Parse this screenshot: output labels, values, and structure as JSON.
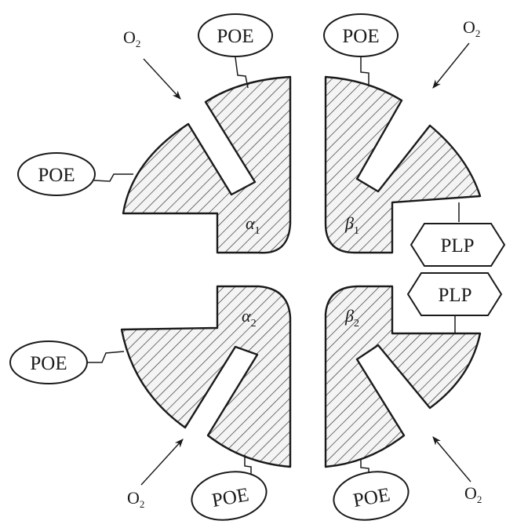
{
  "labels": {
    "poe": "POE",
    "plp": "PLP",
    "oxygen": "O",
    "oxygen_sub": "2",
    "alpha": "α",
    "beta": "β",
    "sub1": "1",
    "sub2": "2"
  },
  "subunits": [
    {
      "name": "alpha-1",
      "symbol": "α",
      "index": "1"
    },
    {
      "name": "beta-1",
      "symbol": "β",
      "index": "1"
    },
    {
      "name": "alpha-2",
      "symbol": "α",
      "index": "2"
    },
    {
      "name": "beta-2",
      "symbol": "β",
      "index": "2"
    }
  ],
  "colors": {
    "stroke": "#1a1a1a",
    "hatch": "#2a2a2a",
    "fill": "#f4f4f4",
    "background": "#ffffff"
  }
}
